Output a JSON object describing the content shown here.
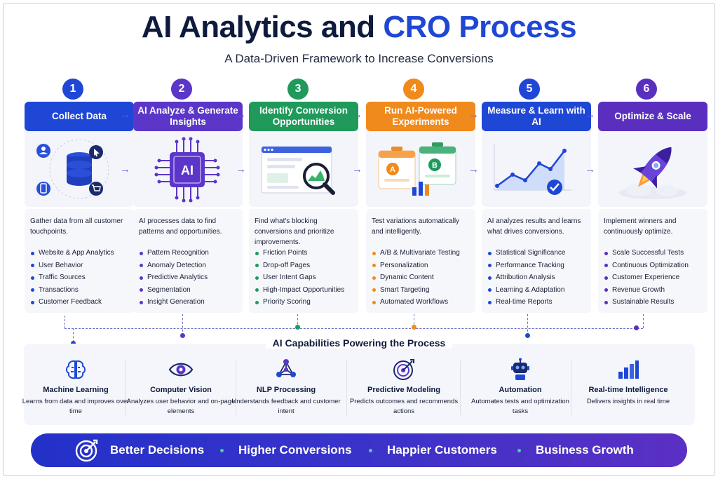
{
  "title": {
    "main": "AI Analytics and ",
    "accent": "CRO Process"
  },
  "subtitle": "A Data-Driven Framework to Increase Conversions",
  "colors": {
    "blue": "#1f47d6",
    "purple": "#5b36c9",
    "green": "#1f9a5b",
    "orange": "#f08a1c",
    "violet": "#5a2fc0"
  },
  "steps": [
    {
      "number": "1",
      "title": "Collect Data",
      "color": "#1f47d6",
      "icon": "database-icon",
      "description": "Gather data from all customer touchpoints.",
      "items": [
        "Website & App Analytics",
        "User Behavior",
        "Traffic Sources",
        "Transactions",
        "Customer Feedback"
      ]
    },
    {
      "number": "2",
      "title": "AI Analyze & Generate Insights",
      "color": "#5b36c9",
      "icon": "ai-chip-icon",
      "description": "AI processes data to find patterns and opportunities.",
      "items": [
        "Pattern Recognition",
        "Anomaly Detection",
        "Predictive Analytics",
        "Segmentation",
        "Insight Generation"
      ]
    },
    {
      "number": "3",
      "title": "Identify Conversion Opportunities",
      "color": "#1f9a5b",
      "icon": "magnifier-chart-icon",
      "description": "Find what's blocking conversions and prioritize improvements.",
      "items": [
        "Friction Points",
        "Drop-off Pages",
        "User Intent Gaps",
        "High-Impact Opportunities",
        "Priority Scoring"
      ]
    },
    {
      "number": "4",
      "title": "Run AI-Powered Experiments",
      "color": "#f08a1c",
      "icon": "ab-test-icon",
      "description": "Test variations automatically and intelligently.",
      "items": [
        "A/B & Multivariate Testing",
        "Personalization",
        "Dynamic Content",
        "Smart Targeting",
        "Automated Workflows"
      ]
    },
    {
      "number": "5",
      "title": "Measure & Learn with AI",
      "color": "#1f47d6",
      "icon": "growth-chart-icon",
      "description": "AI analyzes results and learns what drives conversions.",
      "items": [
        "Statistical Significance",
        "Performance Tracking",
        "Attribution Analysis",
        "Learning & Adaptation",
        "Real-time Reports"
      ]
    },
    {
      "number": "6",
      "title": "Optimize & Scale",
      "color": "#5a2fc0",
      "icon": "rocket-icon",
      "description": "Implement winners and continuously optimize.",
      "items": [
        "Scale Successful Tests",
        "Continuous Optimization",
        "Customer Experience",
        "Revenue Growth",
        "Sustainable Results"
      ]
    }
  ],
  "capabilities_title": "AI Capabilities  Powering the Process",
  "capabilities": [
    {
      "name": "Machine Learning",
      "desc": "Learns from data and improves over time",
      "icon": "brain-icon"
    },
    {
      "name": "Computer Vision",
      "desc": "Analyzes user behavior and on-page elements",
      "icon": "eye-icon"
    },
    {
      "name": "NLP Processing",
      "desc": "Understands feedback and customer intent",
      "icon": "network-icon"
    },
    {
      "name": "Predictive Modeling",
      "desc": "Predicts outcomes and recommends actions",
      "icon": "target-icon"
    },
    {
      "name": "Automation",
      "desc": "Automates tests and optimization tasks",
      "icon": "robot-icon"
    },
    {
      "name": "Real-time Intelligence",
      "desc": "Delivers insights in real time",
      "icon": "bar-chart-icon"
    }
  ],
  "banner": {
    "items": [
      "Better Decisions",
      "Higher Conversions",
      "Happier Customers",
      "Business Growth"
    ],
    "icon": "target-icon"
  }
}
